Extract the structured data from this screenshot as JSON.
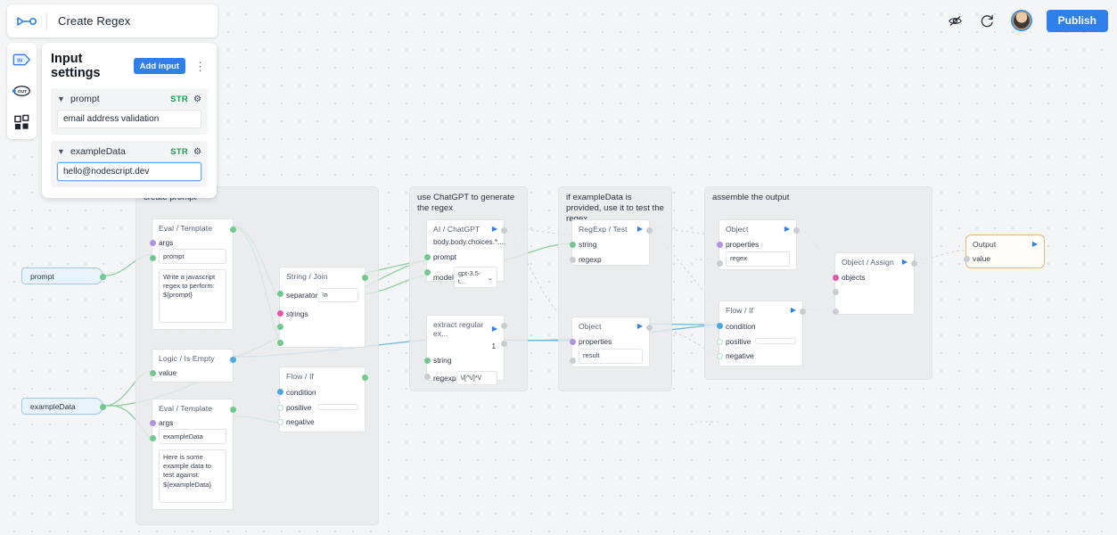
{
  "app": {
    "doc_title": "Create Regex",
    "logo_icon": "flow-logo-icon"
  },
  "topbar_actions": {
    "hide_icon": "eye-off-icon",
    "refresh_icon": "refresh-icon",
    "avatar": "user-avatar",
    "publish_label": "Publish"
  },
  "rail": {
    "items": [
      {
        "icon": "input-tag-icon",
        "name": "inputs"
      },
      {
        "icon": "output-oval-icon",
        "name": "outputs"
      },
      {
        "icon": "modules-grid-icon",
        "name": "modules"
      }
    ]
  },
  "panel": {
    "title": "Input settings",
    "add_button": "Add input",
    "menu_icon": "kebab-menu-icon",
    "fields": [
      {
        "name": "prompt",
        "type": "STR",
        "value": "email address validation",
        "focused": false,
        "chevron": "chevron-down-icon",
        "gear": "gear-icon"
      },
      {
        "name": "exampleData",
        "type": "STR",
        "value": "hello@nodescript.dev",
        "focused": true,
        "chevron": "chevron-down-icon",
        "gear": "gear-icon"
      }
    ]
  },
  "input_pills": [
    {
      "label": "prompt"
    },
    {
      "label": "exampleData"
    }
  ],
  "groups": [
    {
      "title": "create prompt"
    },
    {
      "title": "use ChatGPT to generate the regex"
    },
    {
      "title": "if exampleData is provided, use it to test the regex"
    },
    {
      "title": "assemble the output"
    }
  ],
  "nodes": {
    "eval_template_prompt": {
      "title": "Eval / Template",
      "args_label": "args",
      "key_value": "prompt",
      "template_value": "Write a javascript regex to perform: ${prompt}"
    },
    "string_join": {
      "title": "String / Join",
      "separator_label": "separator",
      "separator_value": "\\n",
      "strings_label": "strings"
    },
    "logic_is_empty": {
      "title": "Logic / Is Empty",
      "value_label": "value"
    },
    "eval_template_example": {
      "title": "Eval / Template",
      "args_label": "args",
      "key_value": "exampleData",
      "template_value": "Here is some example data to test against: ${exampleData}"
    },
    "flow_if_left": {
      "title": "Flow / If",
      "condition_label": "condition",
      "positive_label": "positive",
      "positive_value": "",
      "negative_label": "negative"
    },
    "ai_chatgpt": {
      "title": "AI / ChatGPT",
      "expression": "body.body.choices.*....",
      "prompt_label": "prompt",
      "model_label": "model",
      "model_value": "gpt-3.5-t..."
    },
    "extract_regex": {
      "title": "extract regular ex...",
      "index": "1",
      "string_label": "string",
      "regexp_label": "regexp",
      "regexp_value": "\\/[^\\/]*\\/"
    },
    "regexp_test": {
      "title": "RegExp / Test",
      "string_label": "string",
      "regexp_label": "regexp"
    },
    "object_result": {
      "title": "Object",
      "properties_label": "properties",
      "key_value": "result"
    },
    "object_regex": {
      "title": "Object",
      "properties_label": "properties",
      "key_value": "regex"
    },
    "flow_if_right": {
      "title": "Flow / If",
      "condition_label": "condition",
      "positive_label": "positive",
      "positive_value": "",
      "negative_label": "negative"
    },
    "object_assign": {
      "title": "Object / Assign",
      "objects_label": "objects"
    },
    "output": {
      "title": "Output",
      "value_label": "value"
    }
  },
  "colors": {
    "accent": "#2f80ed",
    "type_str": "#1e9e55",
    "edge_green": "#8ecfa4",
    "edge_blue": "#6bb8dd",
    "output_border": "#e0b979",
    "canvas": "#f4f5f6",
    "group_fill": "#e8eaec"
  }
}
